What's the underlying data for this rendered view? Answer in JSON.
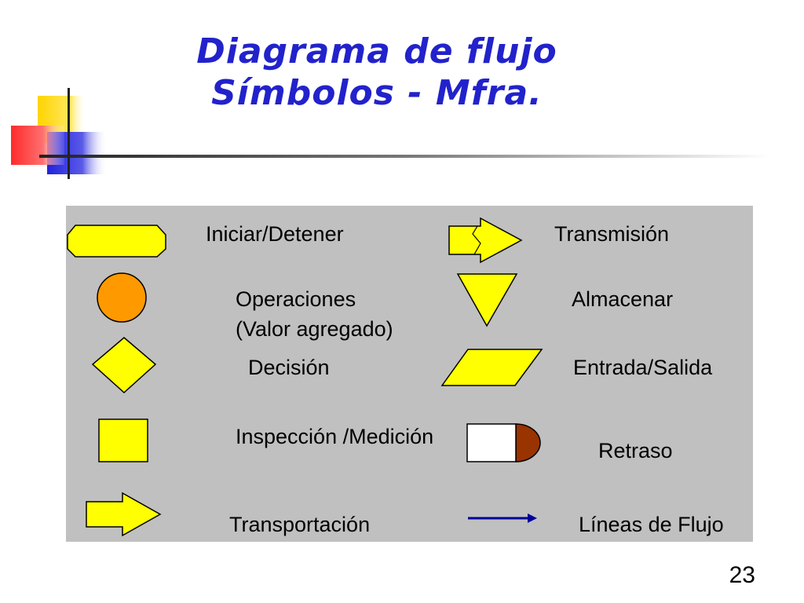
{
  "slide": {
    "title_line1": "Diagrama de flujo",
    "title_line2": "Símbolos - Mfra.",
    "page_number": "23"
  },
  "colors": {
    "title": "#2222cc",
    "panel": "#c0c0c0",
    "shape_fill": "#ffff00",
    "operation_fill": "#ff9900",
    "delay_cap": "#993300",
    "flow_line": "#000099"
  },
  "symbols": [
    {
      "key": "start_stop",
      "shape": "rounded-octagon",
      "label": "Iniciar/Detener"
    },
    {
      "key": "transmission",
      "shape": "broken-arrow",
      "label": "Transmisión"
    },
    {
      "key": "operations",
      "shape": "circle",
      "label_line1": "Operaciones",
      "label_line2": "(Valor agregado)"
    },
    {
      "key": "storage",
      "shape": "inverted-triangle",
      "label": "Almacenar"
    },
    {
      "key": "decision",
      "shape": "diamond",
      "label": "Decisión"
    },
    {
      "key": "input_output",
      "shape": "parallelogram",
      "label": "Entrada/Salida"
    },
    {
      "key": "inspection",
      "shape": "square",
      "label": "Inspección /Medición"
    },
    {
      "key": "delay",
      "shape": "d-shape",
      "label": "Retraso"
    },
    {
      "key": "transport",
      "shape": "block-arrow",
      "label": "Transportación"
    },
    {
      "key": "flow_lines",
      "shape": "line-arrow",
      "label": "Líneas de Flujo"
    }
  ]
}
